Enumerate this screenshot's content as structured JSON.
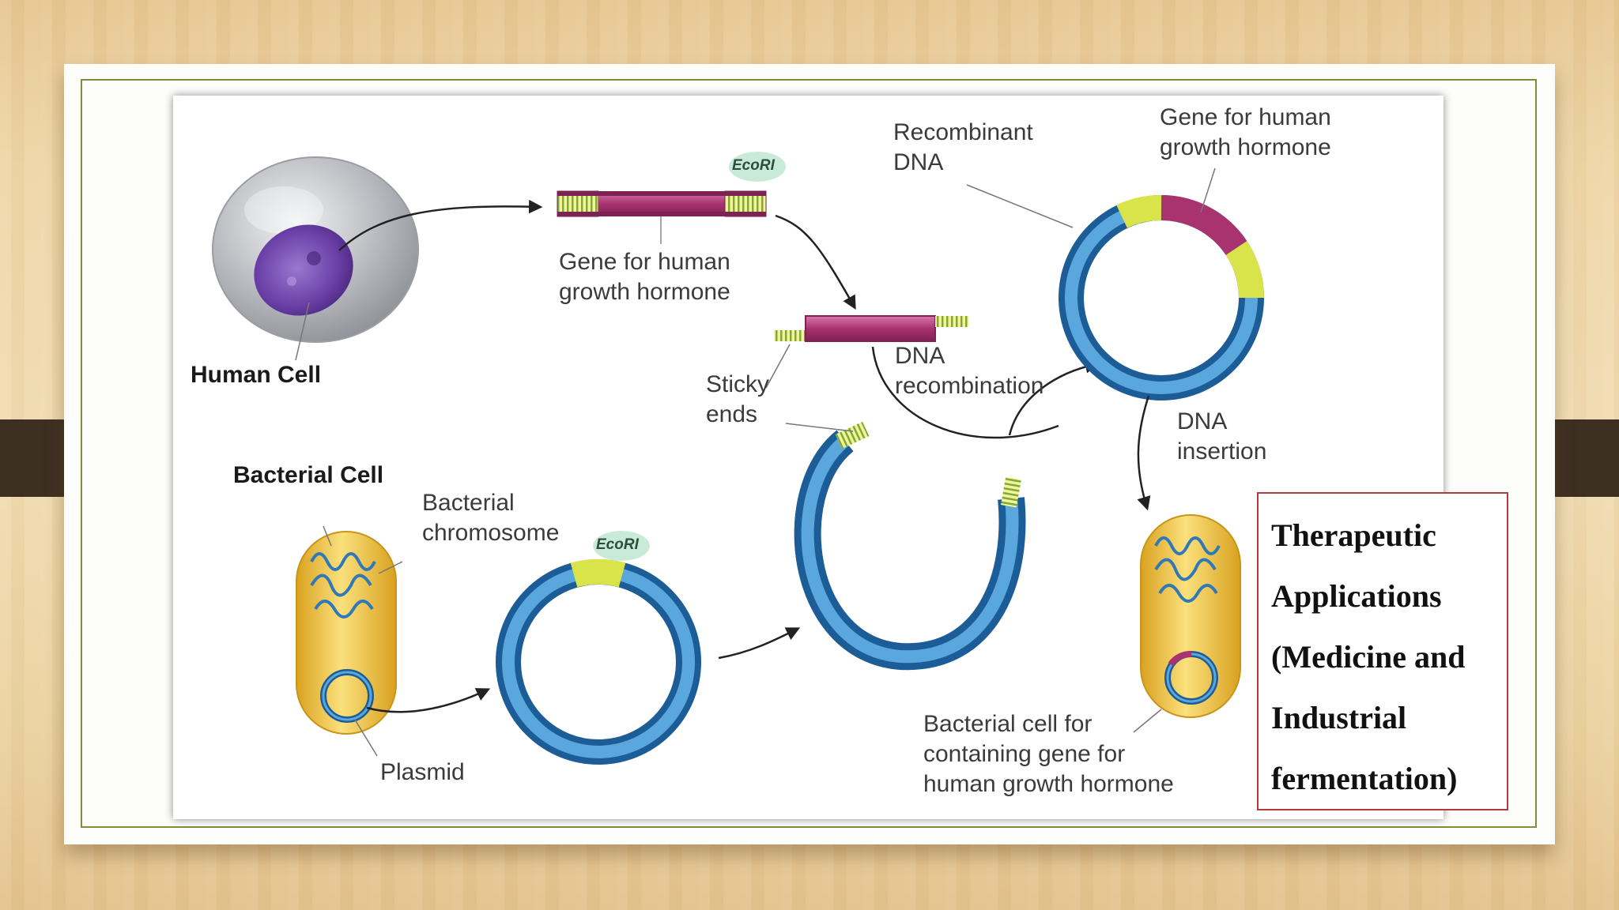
{
  "slide": {
    "callout_text": "Therapeutic\nApplications\n(Medicine and\nIndustrial\nfermentation)"
  },
  "diagram": {
    "labels": {
      "human_cell": "Human Cell",
      "gene_top": "Gene for human\ngrowth hormone",
      "recombinant_dna": "Recombinant\nDNA",
      "gene_ring": "Gene for human\ngrowth hormone",
      "sticky_ends": "Sticky\nends",
      "dna_recombination": "DNA\nrecombination",
      "dna_insertion": "DNA\ninsertion",
      "bacterial_cell": "Bacterial Cell",
      "bacterial_chromosome": "Bacterial\nchromosome",
      "plasmid": "Plasmid",
      "bacterial_cell_gene": "Bacterial cell for\ncontaining gene for\nhuman growth hormone"
    },
    "enzymes": {
      "ecori_top": "EcoRI",
      "ecori_plasmid": "EcoRI"
    },
    "colors": {
      "plasmid_blue": "#2f79b8",
      "gene_magenta": "#a8336f",
      "sticky_yellow": "#d9e34a",
      "cell_yellow": "#f2c23e",
      "nucleus_purple": "#6a3ea6",
      "callout_border": "#b23a3a",
      "slide_border": "#7c8f3a"
    }
  }
}
